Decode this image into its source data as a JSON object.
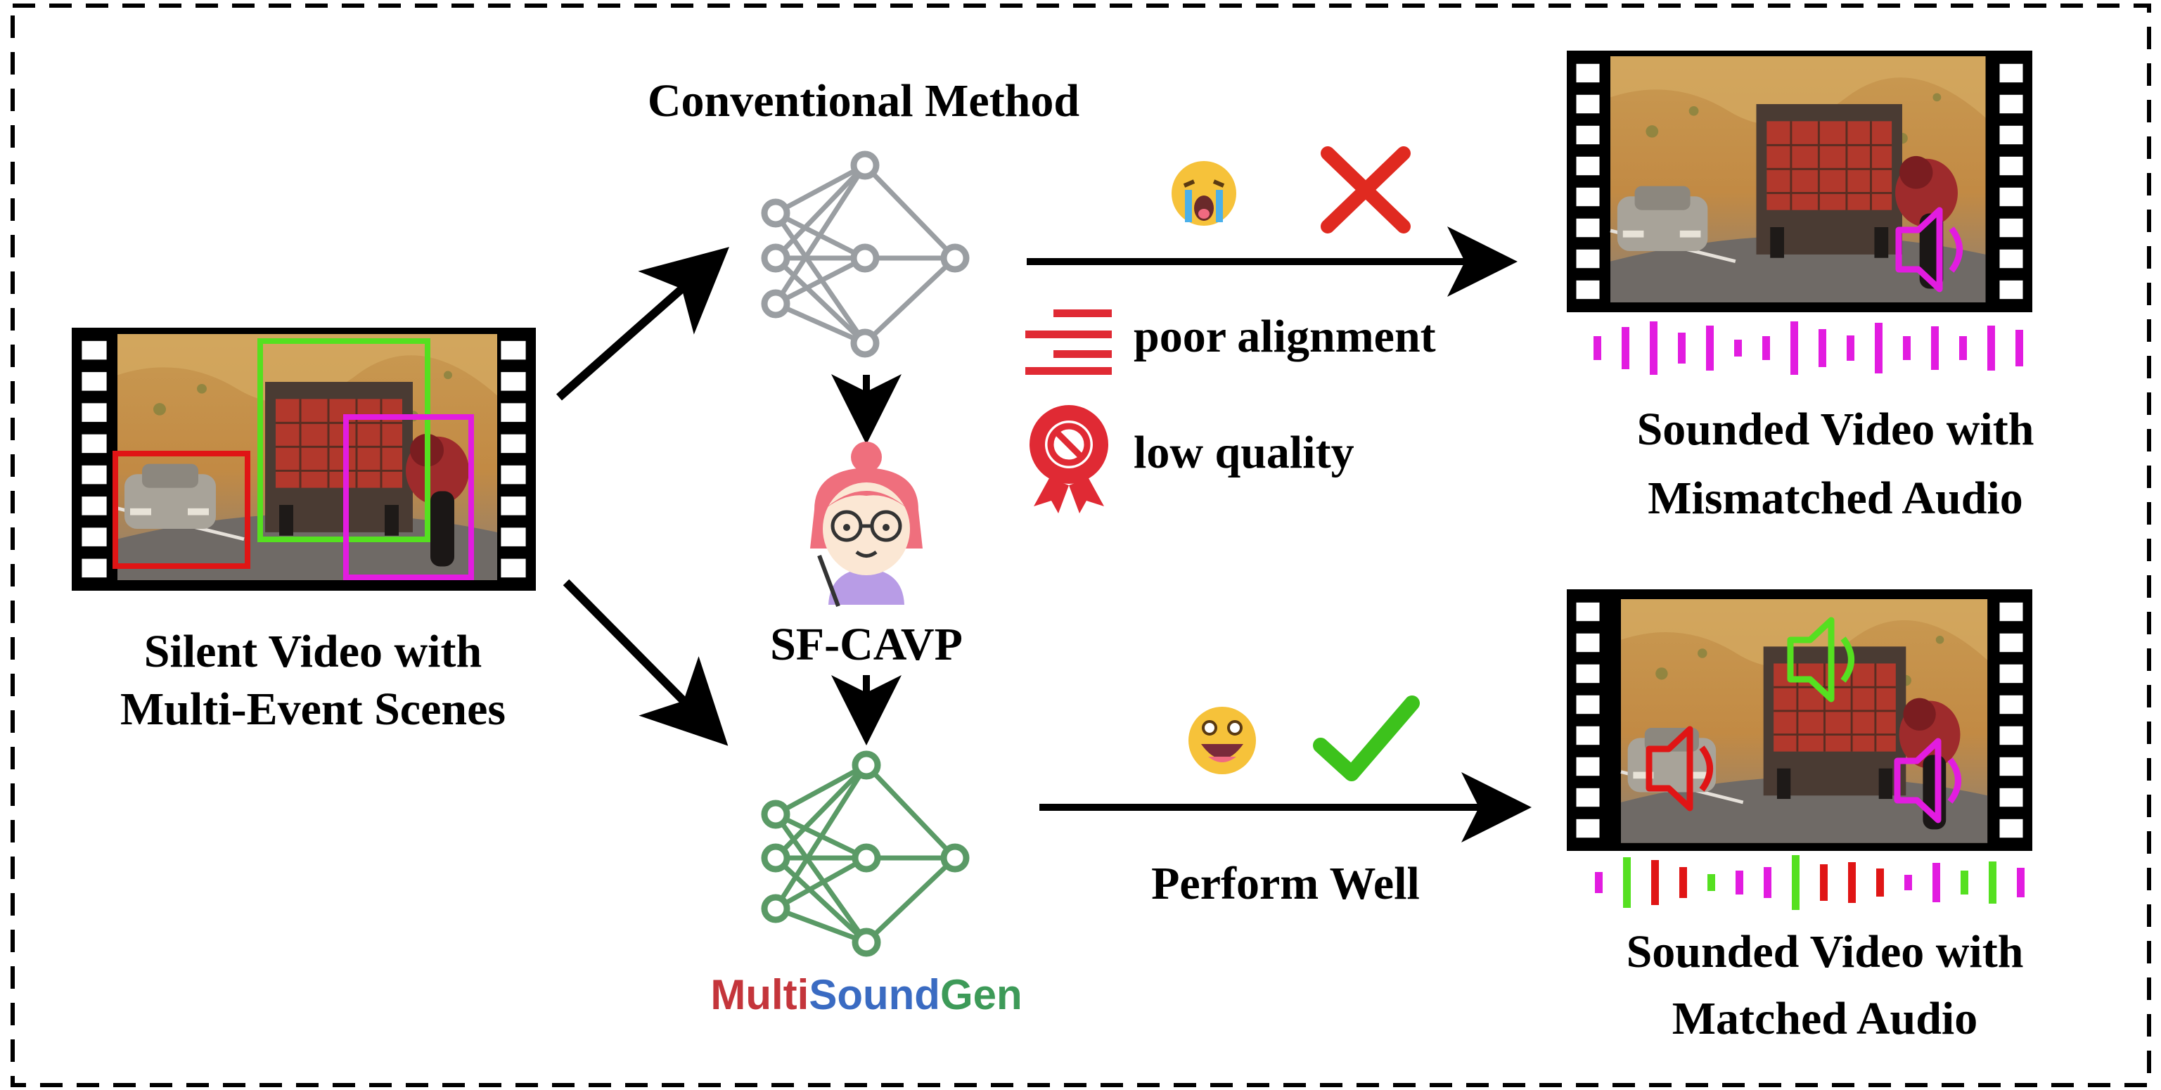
{
  "diagram": {
    "input_caption": [
      "Silent Video with",
      "Multi-Event Scenes"
    ],
    "conventional": {
      "title": "Conventional Method",
      "issues": [
        "poor alignment",
        "low quality"
      ],
      "output_caption": [
        "Sounded Video with",
        "Mismatched Audio"
      ]
    },
    "teacher_label": "SF-CAVP",
    "proposed": {
      "logo_parts": [
        "Multi",
        "Sound",
        "Gen"
      ],
      "result_label": "Perform Well",
      "output_caption": [
        "Sounded Video with",
        "Matched Audio"
      ]
    },
    "icons": {
      "conventional_reaction": "crying-face-icon",
      "conventional_mark": "red-cross-icon",
      "proposed_reaction": "grinning-face-icon",
      "proposed_mark": "green-check-icon",
      "alignment_issue": "misaligned-bars-icon",
      "quality_issue": "prohibited-badge-icon",
      "teacher": "teacher-avatar-icon",
      "sound": "speaker-icon"
    },
    "colors": {
      "car_event": "#e01515",
      "truck_event": "#55e020",
      "motorbike_event": "#e21ce0",
      "conventional_network": "#9a9ea2",
      "proposed_network": "#5a9a66",
      "logo_multi": "#c4353b",
      "logo_sound": "#3a6bc2",
      "logo_gen": "#3d9a58"
    }
  }
}
